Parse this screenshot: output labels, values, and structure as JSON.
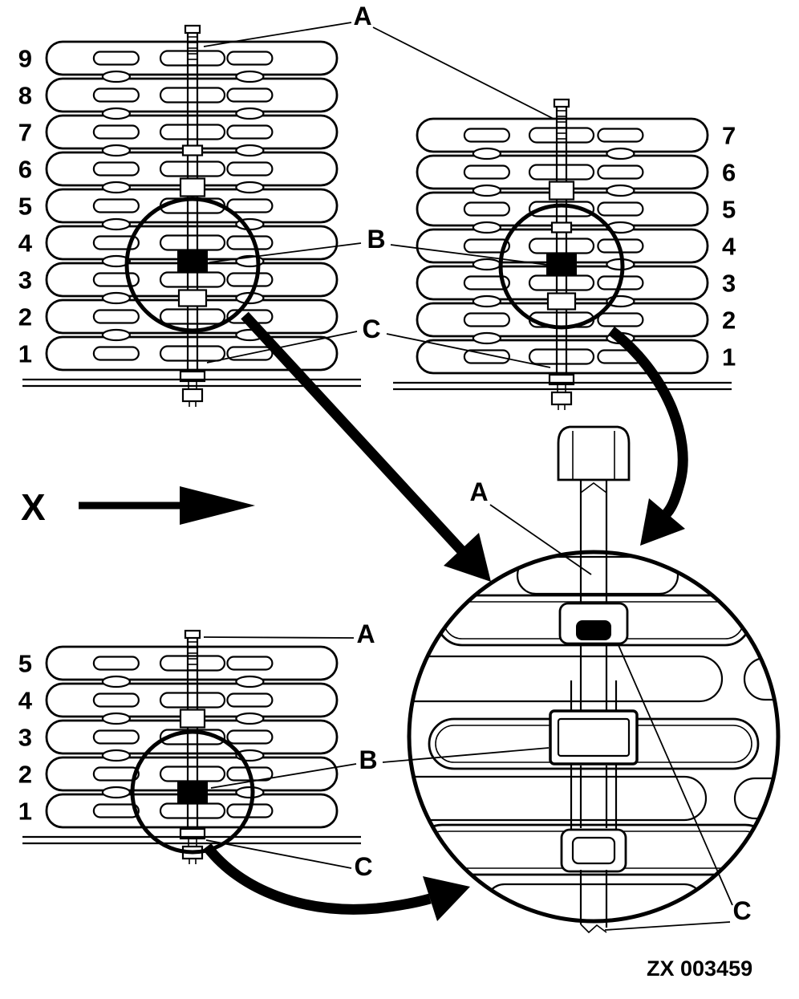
{
  "figure": {
    "code": "ZX 003459",
    "direction_label": "X"
  },
  "stacks": {
    "top_left": {
      "leaf_numbers": [
        "9",
        "8",
        "7",
        "6",
        "5",
        "4",
        "3",
        "2",
        "1"
      ]
    },
    "top_right": {
      "leaf_numbers": [
        "7",
        "6",
        "5",
        "4",
        "3",
        "2",
        "1"
      ]
    },
    "bottom_left": {
      "leaf_numbers": [
        "5",
        "4",
        "3",
        "2",
        "1"
      ]
    }
  },
  "callouts": {
    "upper": {
      "a": "A",
      "b": "B",
      "c": "C"
    },
    "lower": {
      "a": "A",
      "b": "B",
      "c": "C"
    },
    "detail": {
      "a": "A",
      "c": "C"
    }
  }
}
